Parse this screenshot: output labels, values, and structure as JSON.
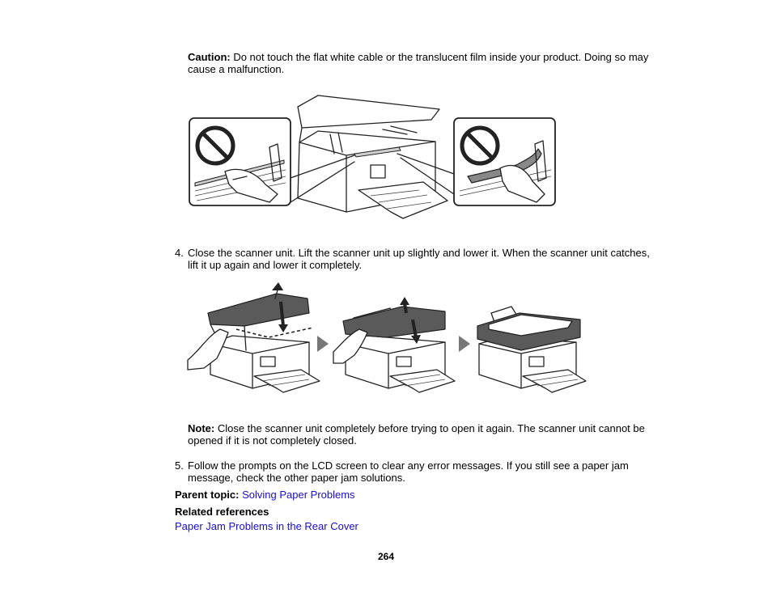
{
  "caution": {
    "label": "Caution:",
    "line1": " Do not touch the flat white cable or the translucent film inside your product. Doing so may",
    "line2": "cause a malfunction."
  },
  "step4": {
    "number": "4.",
    "line1": "Close the scanner unit. Lift the scanner unit up slightly and lower it. When the scanner unit catches,",
    "line2": "lift it up again and lower it completely."
  },
  "note": {
    "label": "Note:",
    "line1": " Close the scanner unit completely before trying to open it again. The scanner unit cannot be",
    "line2": "opened if it is not completely closed."
  },
  "step5": {
    "number": "5.",
    "line1": "Follow the prompts on the LCD screen to clear any error messages. If you still see a paper jam",
    "line2": "message, check the other paper jam solutions."
  },
  "parent_topic": {
    "label": "Parent topic:",
    "link": "Solving Paper Problems"
  },
  "related": {
    "heading": "Related references",
    "link": "Paper Jam Problems in the Rear Cover"
  },
  "page_number": "264",
  "colors": {
    "link": "#1a0dcc",
    "scanner_lid": "#5a5a5a"
  },
  "illustrations": {
    "caution_figure": [
      "no-symbol-icon",
      "printer-open-scanner",
      "no-symbol-icon"
    ],
    "close_steps": [
      "step-lift-scanner",
      "arrow-right-icon",
      "step-lower-scanner",
      "arrow-right-icon",
      "step-closed-printer"
    ]
  }
}
